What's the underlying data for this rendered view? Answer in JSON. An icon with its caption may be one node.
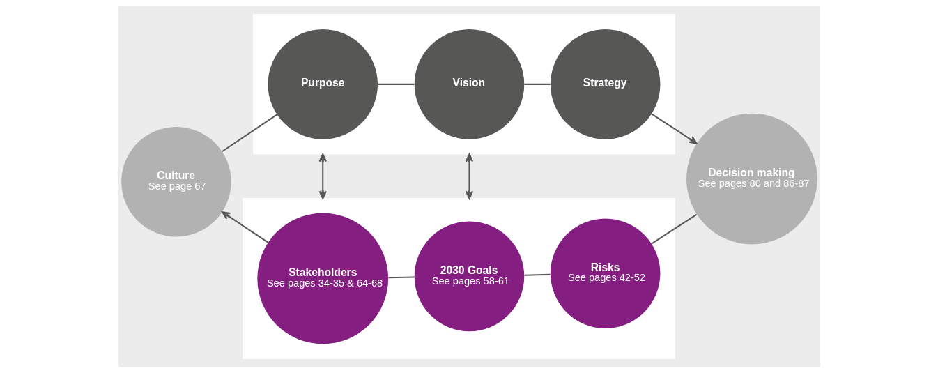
{
  "diagram": {
    "nodes": [
      {
        "text": [
          "Culture",
          "See page 67"
        ]
      },
      {
        "text": [],
        "shape": "box"
      },
      {
        "text": [
          "Purpose"
        ],
        "in": 1
      },
      {
        "text": [
          "Vision"
        ],
        "in": 1
      },
      {
        "text": [
          "Strategy"
        ],
        "in": 1
      },
      {
        "text": [
          "Decision making",
          "See pages 80 and 86-87"
        ]
      },
      {
        "text": [],
        "shape": "box"
      },
      {
        "text": [
          "Stakeholders",
          "See pages 34-35 & 64-68"
        ],
        "in": 6
      },
      {
        "text": [
          "2030 Goals",
          "See pages 58-61"
        ],
        "in": 6
      },
      {
        "text": [
          "Risks",
          "See pages 42-52"
        ],
        "in": 6
      }
    ],
    "edges": [
      {
        "from": 0,
        "to": 2,
        "arrow": "none"
      },
      {
        "from": 2,
        "to": 3,
        "arrow": "none"
      },
      {
        "from": 3,
        "to": 4,
        "arrow": "none"
      },
      {
        "from": 4,
        "to": 5,
        "arrow": "to"
      },
      {
        "from": 5,
        "to": 9,
        "arrow": "none"
      },
      {
        "from": 9,
        "to": 8,
        "arrow": "none"
      },
      {
        "from": 8,
        "to": 7,
        "arrow": "none"
      },
      {
        "from": 7,
        "to": 0,
        "arrow": "to"
      },
      {
        "from": 1,
        "to": 6,
        "arrow": "both"
      },
      {
        "from": 1,
        "to": 6,
        "arrow": "both"
      }
    ]
  }
}
